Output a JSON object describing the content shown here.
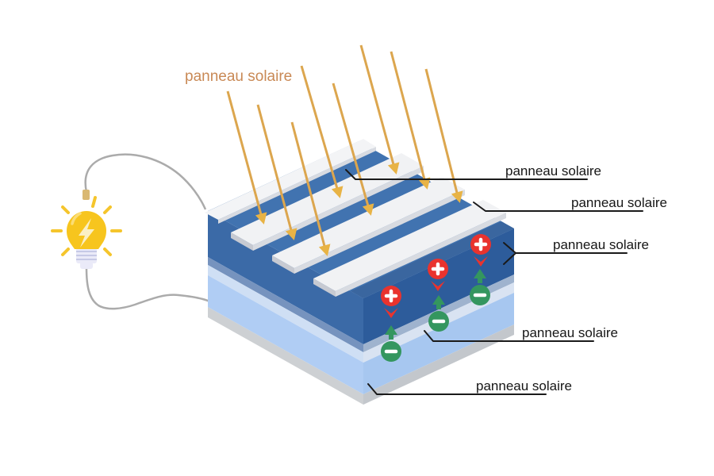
{
  "figure": {
    "background_color": "#ffffff",
    "orange_label": {
      "text": "panneau solaire",
      "color": "#C98955"
    },
    "callouts": [
      {
        "text": "panneau solaire"
      },
      {
        "text": "panneau solaire"
      },
      {
        "text": "panneau solaire"
      },
      {
        "text": "panneau solaire"
      },
      {
        "text": "panneau solaire"
      }
    ],
    "callout_text_color": "#161616",
    "callout_line_color": "#1a1a1a",
    "sun_rays": {
      "count": 8,
      "color": "#DCA64E",
      "arrow_color": "#E8B345"
    },
    "panel": {
      "top_face_color": "#4173B0",
      "top_face_shadow_color": "#3A669F",
      "frame_color": "#F3F4F6",
      "busbar_top_color": "#F1F2F4",
      "busbar_side_color": "#D8DBE1",
      "busbar_end_color": "#C7CAD2",
      "layers": [
        {
          "name": "cell-layer",
          "sw": "#3B6AA7",
          "se": "#2D5C9B"
        },
        {
          "name": "mid-layer",
          "sw": "#7693BE",
          "se": "#9FB3CE"
        },
        {
          "name": "pale-layer",
          "sw": "#CFDFF4",
          "se": "#D9E3F2"
        },
        {
          "name": "base-layer",
          "sw": "#B0CDF4",
          "se": "#A7C7F0"
        },
        {
          "name": "bottom-layer",
          "sw": "#CDD0D3",
          "se": "#C3C7CC"
        }
      ]
    },
    "charges": {
      "positive": {
        "symbol": "+",
        "color": "#E9332E",
        "count": 3
      },
      "negative": {
        "symbol": "−",
        "color": "#34965F",
        "count": 3
      }
    },
    "bulb": {
      "glass_color": "#F7C51E",
      "highlight_color": "#FBDD76",
      "bolt_color": "#FBF0C4",
      "base_color": "#EAEAF8",
      "base_stripe_color": "#C6C9E6",
      "connector_color": "#D9B873",
      "ray_color": "#F5C52C",
      "wire_color": "#ABABAB"
    }
  }
}
